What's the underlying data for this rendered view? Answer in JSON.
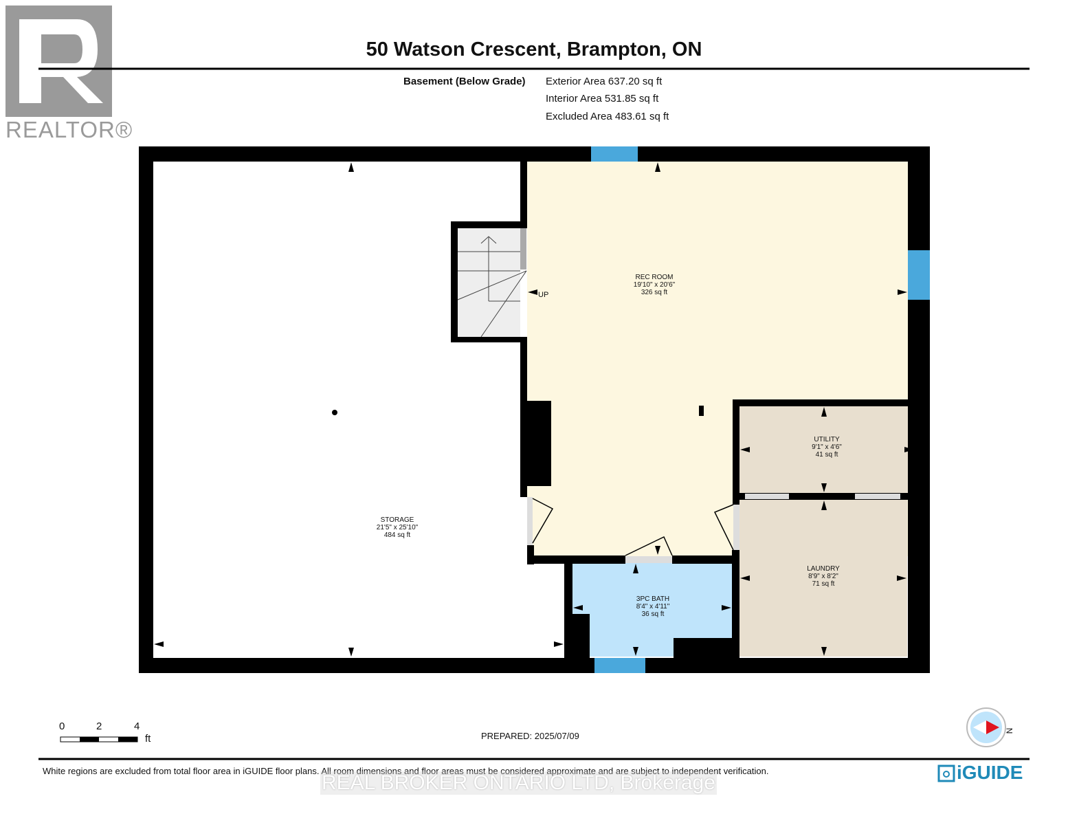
{
  "header": {
    "title": "50 Watson Crescent, Brampton, ON",
    "level": "Basement (Below Grade)",
    "areas": [
      "Exterior Area 637.20 sq ft",
      "Interior Area 531.85 sq ft",
      "Excluded Area 483.61 sq ft"
    ]
  },
  "logo": {
    "text": "REALTOR®"
  },
  "rooms": [
    {
      "name": "REC ROOM",
      "dims": "19'10\" x 20'6\"",
      "area": "326 sq ft"
    },
    {
      "name": "STORAGE",
      "dims": "21'5\" x 25'10\"",
      "area": "484 sq ft"
    },
    {
      "name": "UTILITY",
      "dims": "9'1\" x 4'6\"",
      "area": "41 sq ft"
    },
    {
      "name": "LAUNDRY",
      "dims": "8'9\" x 8'2\"",
      "area": "71 sq ft"
    },
    {
      "name": "3PC BATH",
      "dims": "8'4\" x 4'11\"",
      "area": "36 sq ft"
    }
  ],
  "stairs_label": "UP",
  "scale": {
    "ticks": [
      "0",
      "2",
      "4"
    ],
    "unit": "ft"
  },
  "compass_label": "N",
  "prepared": "PREPARED: 2025/07/09",
  "disclaimer": "White regions are excluded from total floor area in iGUIDE floor plans. All room dimensions and floor areas must be considered approximate and are subject to independent verification.",
  "watermark": "REAL BROKER ONTARIO LTD, Brokerage",
  "brand": "iGUIDE",
  "colors": {
    "rec": "#fdf7e0",
    "utility": "#e8dfcf",
    "laundry": "#e8dfcf",
    "bath": "#bfe4fb",
    "window": "#4aa8dc",
    "wall": "#000000"
  }
}
